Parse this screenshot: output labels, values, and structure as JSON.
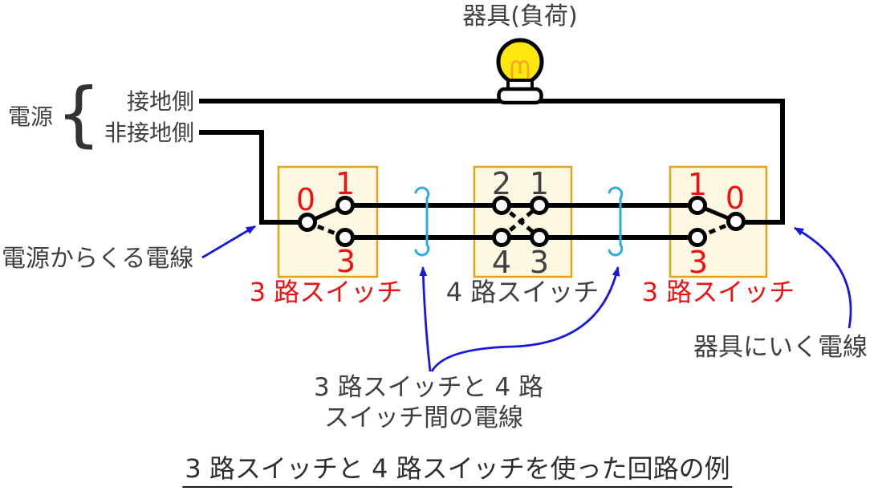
{
  "colors": {
    "wire": "#000000",
    "switch_box_fill": "#fdf8e2",
    "switch_box_border": "#dfa321",
    "red_label": "#ee1111",
    "gray_text": "#404040",
    "blue_arrow": "#1717e0",
    "cyan_bracket": "#2fa9e1",
    "bulb_yellow": "#ffe70d",
    "filament_orange": "#f6a42a"
  },
  "load": {
    "label": "器具(負荷)"
  },
  "power": {
    "label": "電源",
    "brace": "{",
    "grounded_label": "接地側",
    "ungrounded_label": "非接地側"
  },
  "switches": [
    {
      "label": "3 路スイッチ",
      "type": "three-way",
      "terminals": [
        "0",
        "1",
        "3"
      ]
    },
    {
      "label": "4 路スイッチ",
      "type": "four-way",
      "terminals": [
        "2",
        "1",
        "4",
        "3"
      ]
    },
    {
      "label": "3 路スイッチ",
      "type": "three-way",
      "terminals": [
        "1",
        "0",
        "3"
      ]
    }
  ],
  "annotations": {
    "from_power": "電源からくる電線",
    "between_line1": "3 路スイッチと 4 路",
    "between_line2": "スイッチ間の電線",
    "to_load": "器具にいく電線"
  },
  "caption": "3 路スイッチと 4 路スイッチを使った回路の例"
}
